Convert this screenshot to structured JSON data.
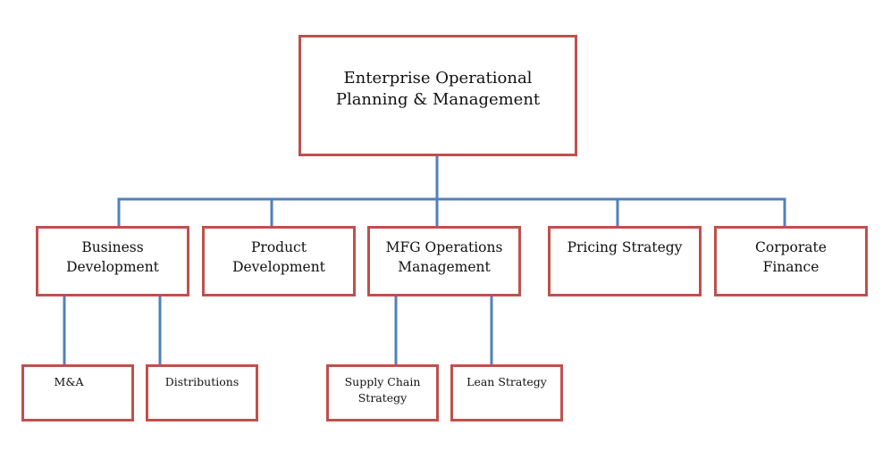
{
  "colors": {
    "box_border": "#c0504d",
    "connector": "#4f81bd"
  },
  "root": {
    "label": "Enterprise Operational\nPlanning & Management"
  },
  "divisions": [
    {
      "label": "Business\nDevelopment",
      "children": [
        {
          "label": "M&A"
        },
        {
          "label": "Distributions"
        }
      ]
    },
    {
      "label": "Product\nDevelopment",
      "children": []
    },
    {
      "label": "MFG Operations\nManagement",
      "children": [
        {
          "label": "Supply Chain\nStrategy"
        },
        {
          "label": "Lean Strategy"
        }
      ]
    },
    {
      "label": "Pricing Strategy",
      "children": []
    },
    {
      "label": "Corporate\nFinance",
      "children": []
    }
  ]
}
